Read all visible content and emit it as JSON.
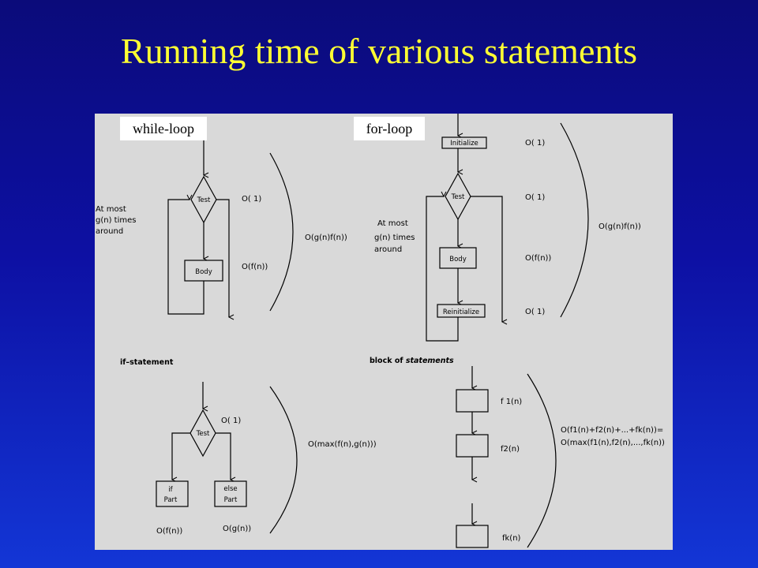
{
  "title": "Running time of various statements",
  "labels": {
    "while_loop": "while-loop",
    "for_loop": "for-loop"
  },
  "while_loop": {
    "test": "Test",
    "body": "Body",
    "cost_test": "O( 1)",
    "cost_body": "O(f(n))",
    "cost_total": "O(g(n)f(n))",
    "times": [
      "At most",
      "g(n) times",
      "around"
    ]
  },
  "for_loop": {
    "initialize": "Initialize",
    "test": "Test",
    "body": "Body",
    "reinitialize": "Reinitialize",
    "cost_init": "O( 1)",
    "cost_test": "O( 1)",
    "cost_body": "O(f(n))",
    "cost_reinit": "O( 1)",
    "cost_total": "O(g(n)f(n))",
    "times": [
      "At most",
      "g(n) times",
      "around"
    ]
  },
  "if_statement": {
    "heading": "if–statement",
    "test": "Test",
    "if_part": [
      "if",
      "Part"
    ],
    "else_part": [
      "else",
      "Part"
    ],
    "cost_test": "O( 1)",
    "cost_if": "O(f(n))",
    "cost_else": "O(g(n))",
    "cost_total": "O(max(f(n),g(n)))"
  },
  "block": {
    "heading_prefix": "block of ",
    "heading_italic": "statements",
    "f1": "f 1(n)",
    "f2": "f2(n)",
    "fk": "fk(n)",
    "cost_total": [
      "O(f1(n)+f2(n)+...+fk(n))=",
      "O(max(f1(n),f2(n),...,fk(n))"
    ]
  },
  "colors": {
    "title": "#ffff33",
    "panel": "#d9d9d9"
  }
}
